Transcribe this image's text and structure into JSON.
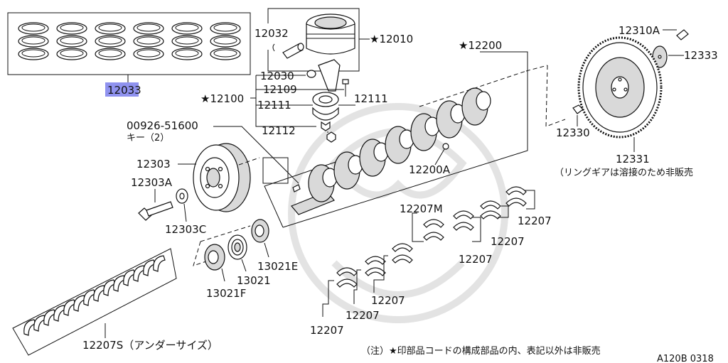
{
  "diagram": {
    "highlight_color": "#8f92ef",
    "line_color": "#111111",
    "labels": {
      "piston_ring_set": "12033",
      "connecting_rod_bushing_pin": "12032",
      "piston": "★12010",
      "conrod_nut": "12030",
      "conrod_bolt": "12109",
      "conrod_assy": "★12100",
      "conrod_bearing_left": "12111",
      "conrod_bearing_right": "12111",
      "conrod_cap_bolt": "12112",
      "key_part_no": "00926-51600",
      "key_note": "キー（2）",
      "crankshaft_assy": "★12200",
      "crank_plug": "12200A",
      "pulley": "12303",
      "pulley_bolt": "12303A",
      "pulley_washer": "12303C",
      "flywheel_bolt": "12310A",
      "flywheel_plate": "12333",
      "flywheel_pilot": "12330",
      "flywheel": "12331",
      "flywheel_note": "（リングギアは溶接のため非販売",
      "crank_sprocket": "13021",
      "sprocket_washer_e": "13021E",
      "sprocket_washer_f": "13021F",
      "main_bearing_m": "12207M",
      "main_bearing_1": "12207",
      "main_bearing_2": "12207",
      "main_bearing_3": "12207",
      "main_bearing_4": "12207",
      "main_bearing_5": "12207",
      "main_bearing_6": "12207",
      "undersize_bearing_set": "12207S（アンダーサイズ）",
      "footnote": "（注）★印部品コードの構成部品の内、表記以外は非販売",
      "diagram_code": "A120B 0318"
    }
  }
}
